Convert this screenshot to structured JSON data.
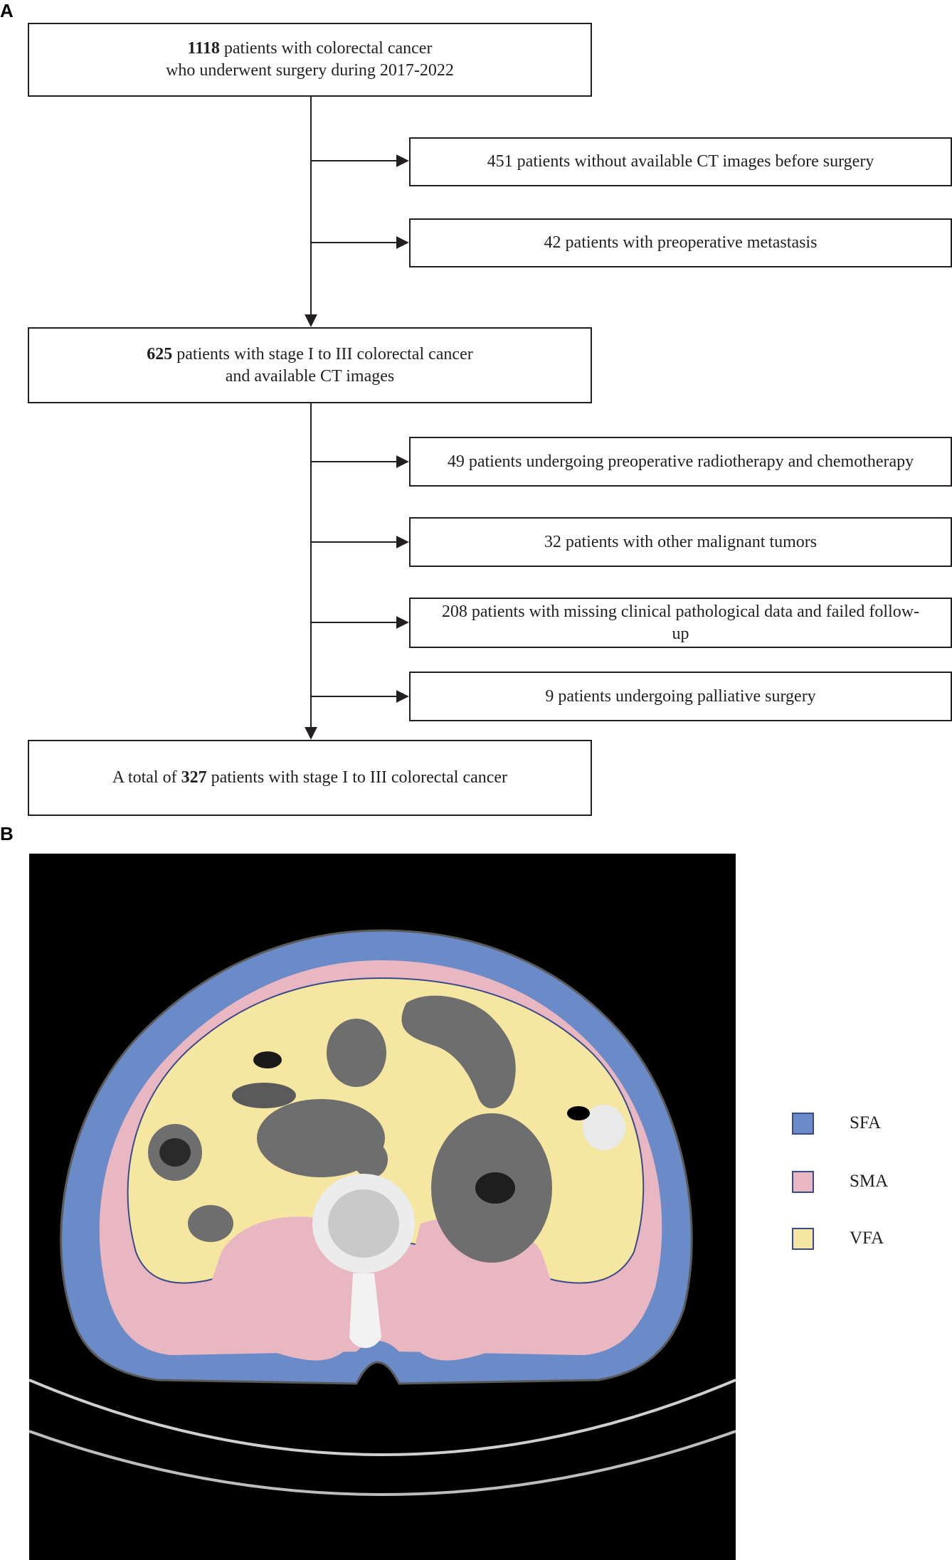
{
  "panel_a": {
    "label": "A",
    "box1": {
      "pre": "",
      "bold": "1118",
      "post": " patients with colorectal cancer",
      "line2": "who underwent surgery during 2017-2022"
    },
    "excl1": "451 patients without available CT images before surgery",
    "excl2": "42 patients with preoperative metastasis",
    "box2": {
      "pre": "",
      "bold": "625",
      "post": " patients with stage I to III colorectal cancer",
      "line2": "and available CT images"
    },
    "excl3": "49 patients undergoing preoperative radiotherapy and chemotherapy",
    "excl4": "32 patients with other malignant tumors",
    "excl5_line1": "208 patients with missing clinical pathological data and failed follow-",
    "excl5_line2": "up",
    "excl6": "9 patients undergoing palliative surgery",
    "box3": {
      "pre": "A total of ",
      "bold": "327",
      "post": " patients with stage I to III colorectal cancer"
    }
  },
  "panel_b": {
    "label": "B",
    "legend": [
      {
        "label": "SFA",
        "color": "#6b8ac8"
      },
      {
        "label": "SMA",
        "color": "#e8b7c1"
      },
      {
        "label": "VFA",
        "color": "#f5e6a2"
      }
    ]
  },
  "colors": {
    "sfa": "#6b8ac8",
    "sma": "#e8b7c1",
    "vfa": "#f5e6a2",
    "organ": "#6e6e6e",
    "background": "#000000"
  }
}
